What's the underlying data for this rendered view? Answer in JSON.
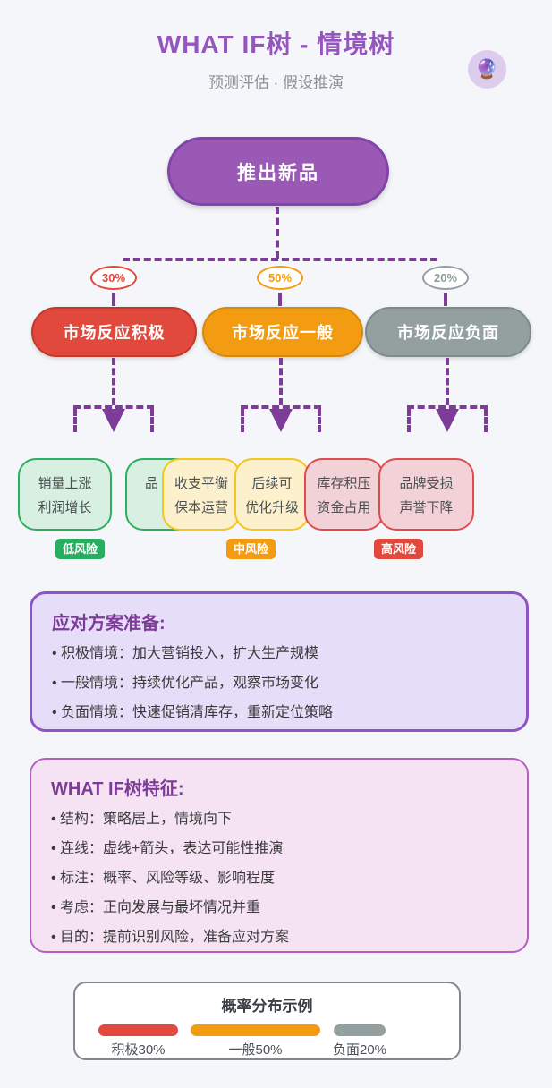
{
  "header": {
    "title": "WHAT IF树 - 情境树",
    "subtitle": "预测评估 · 假设推演",
    "avatar_icon": "🔮"
  },
  "colors": {
    "accent_purple": "#9B59B6",
    "dash_purple": "#7D3C98",
    "positive_red": "#E0493C",
    "neutral_orange": "#F39C12",
    "negative_gray": "#94A0A0",
    "low_risk_green": "#27AE60"
  },
  "tree": {
    "root": {
      "label": "推出新品"
    },
    "branches": [
      {
        "probability": "30%",
        "label": "市场反应积极",
        "oval_style": "color:#E0493C;border-color:#E0493C",
        "pill_style": "background:#E0493C;border-color:#C0392B"
      },
      {
        "probability": "50%",
        "label": "市场反应一般",
        "oval_style": "color:#F39C12;border-color:#F39C12",
        "pill_style": "background:#F39C12;border-color:#D68910"
      },
      {
        "probability": "20%",
        "label": "市场反应负面",
        "oval_style": "color:#8D9B9B;border-color:#94A0A0",
        "pill_style": "background:#94A0A0;border-color:#7D8B8C"
      }
    ],
    "leaves": [
      {
        "line1": "销量上涨",
        "line2": "利润增长",
        "tone_class": "leaf leaf-green l1"
      },
      {
        "line1": "品",
        "line2": "",
        "tone_class": "leaf leaf-green l2"
      },
      {
        "line1": "收支平衡",
        "line2": "保本运营",
        "tone_class": "leaf leaf-yellow l3"
      },
      {
        "line1": "后续可",
        "line2": "优化升级",
        "tone_class": "leaf leaf-yellow l4"
      },
      {
        "line1": "库存积压",
        "line2": "资金占用",
        "tone_class": "leaf leaf-pink l5"
      },
      {
        "line1": "品牌受损",
        "line2": "声誉下降",
        "tone_class": "leaf leaf-pink l6"
      }
    ],
    "risk_badges": [
      {
        "label": "低风险",
        "badge_style": "background:#27AE60"
      },
      {
        "label": "中风险",
        "badge_style": "background:#F39C12"
      },
      {
        "label": "高风险",
        "badge_style": "background:#E0493C"
      }
    ]
  },
  "response_box": {
    "title": "应对方案准备:",
    "bullets": [
      "积极情境：加大营销投入，扩大生产规模",
      "一般情境：持续优化产品，观察市场变化",
      "负面情境：快速促销清库存，重新定位策略"
    ]
  },
  "features_box": {
    "title": "WHAT IF树特征:",
    "bullets": [
      "结构：策略居上，情境向下",
      "连线：虚线+箭头，表达可能性推演",
      "标注：概率、风险等级、影响程度",
      "考虑：正向发展与最坏情况并重",
      "目的：提前识别风险，准备应对方案"
    ]
  },
  "legend": {
    "title": "概率分布示例",
    "items": [
      {
        "label": "积极30%",
        "bar_style": "background:#E0493C;width:89px"
      },
      {
        "label": "一般50%",
        "bar_style": "background:#F39C12;width:145px"
      },
      {
        "label": "负面20%",
        "bar_style": "background:#94A0A0;width:58px"
      }
    ]
  }
}
